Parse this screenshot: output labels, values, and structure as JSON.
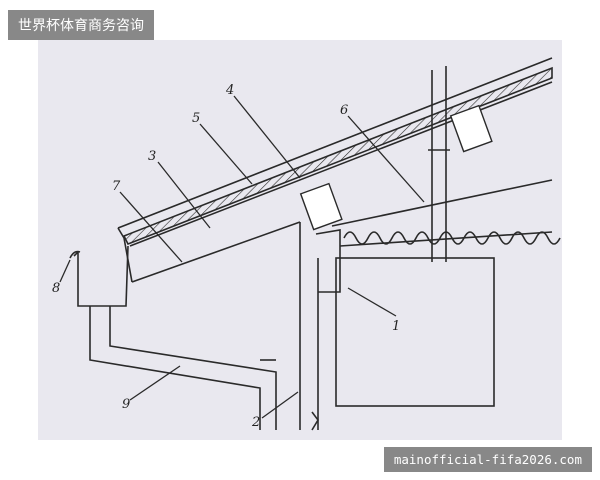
{
  "watermarks": {
    "top_left": "世界杯体育商务咨询",
    "bottom_right": "mainofficial-fifa2026.com"
  },
  "callouts": [
    "1",
    "2",
    "3",
    "4",
    "5",
    "6",
    "7",
    "8",
    "9"
  ],
  "colors": {
    "line": "#2a2a2a",
    "paper": "#e9e8ef",
    "watermark_bg": "#6e6e6e"
  }
}
